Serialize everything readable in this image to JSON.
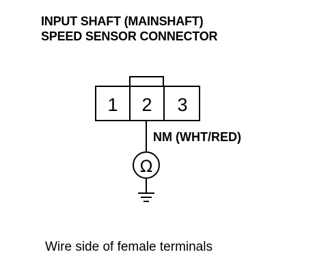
{
  "header": {
    "title_line1": "INPUT SHAFT (MAINSHAFT)",
    "title_line2": "SPEED SENSOR CONNECTOR"
  },
  "connector": {
    "terminals": [
      "1",
      "2",
      "3"
    ]
  },
  "wire": {
    "label": "NM (WHT/RED)"
  },
  "meter": {
    "symbol": "Ω",
    "icon": "ohmmeter-icon"
  },
  "ground": {
    "icon": "ground-symbol-icon"
  },
  "footer": {
    "caption": "Wire side of female terminals"
  }
}
